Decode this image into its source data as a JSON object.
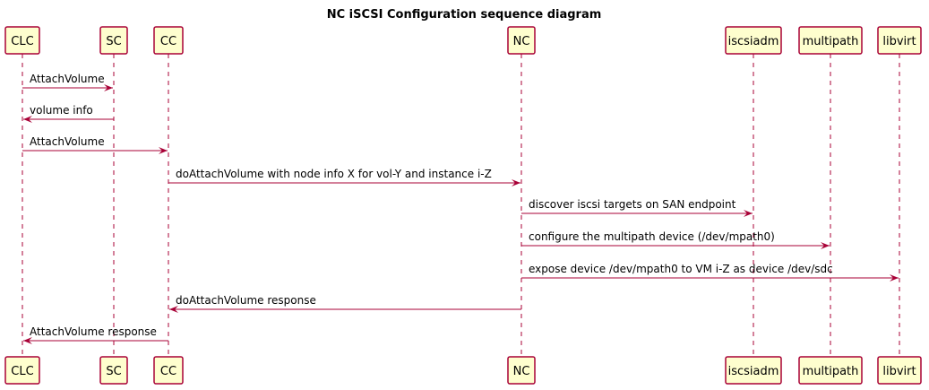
{
  "title": "NC iSCSI Configuration sequence diagram",
  "participants": [
    {
      "id": "CLC",
      "label": "CLC"
    },
    {
      "id": "SC",
      "label": "SC"
    },
    {
      "id": "CC",
      "label": "CC"
    },
    {
      "id": "NC",
      "label": "NC"
    },
    {
      "id": "iscsiadm",
      "label": "iscsiadm"
    },
    {
      "id": "multipath",
      "label": "multipath"
    },
    {
      "id": "libvirt",
      "label": "libvirt"
    }
  ],
  "messages": [
    {
      "from": "CLC",
      "to": "SC",
      "label": "AttachVolume"
    },
    {
      "from": "SC",
      "to": "CLC",
      "label": "volume info"
    },
    {
      "from": "CLC",
      "to": "CC",
      "label": "AttachVolume"
    },
    {
      "from": "CC",
      "to": "NC",
      "label": "doAttachVolume with node info X for vol-Y and instance i-Z"
    },
    {
      "from": "NC",
      "to": "iscsiadm",
      "label": "discover iscsi targets on SAN endpoint"
    },
    {
      "from": "NC",
      "to": "multipath",
      "label": "configure the multipath device (/dev/mpath0)"
    },
    {
      "from": "NC",
      "to": "libvirt",
      "label": "expose device /dev/mpath0 to VM i-Z as device /dev/sdc"
    },
    {
      "from": "NC",
      "to": "CC",
      "label": "doAttachVolume response"
    },
    {
      "from": "CC",
      "to": "CLC",
      "label": "AttachVolume response"
    }
  ],
  "colors": {
    "box_fill": "#FEFECE",
    "border": "#A80036",
    "text": "#000000"
  }
}
